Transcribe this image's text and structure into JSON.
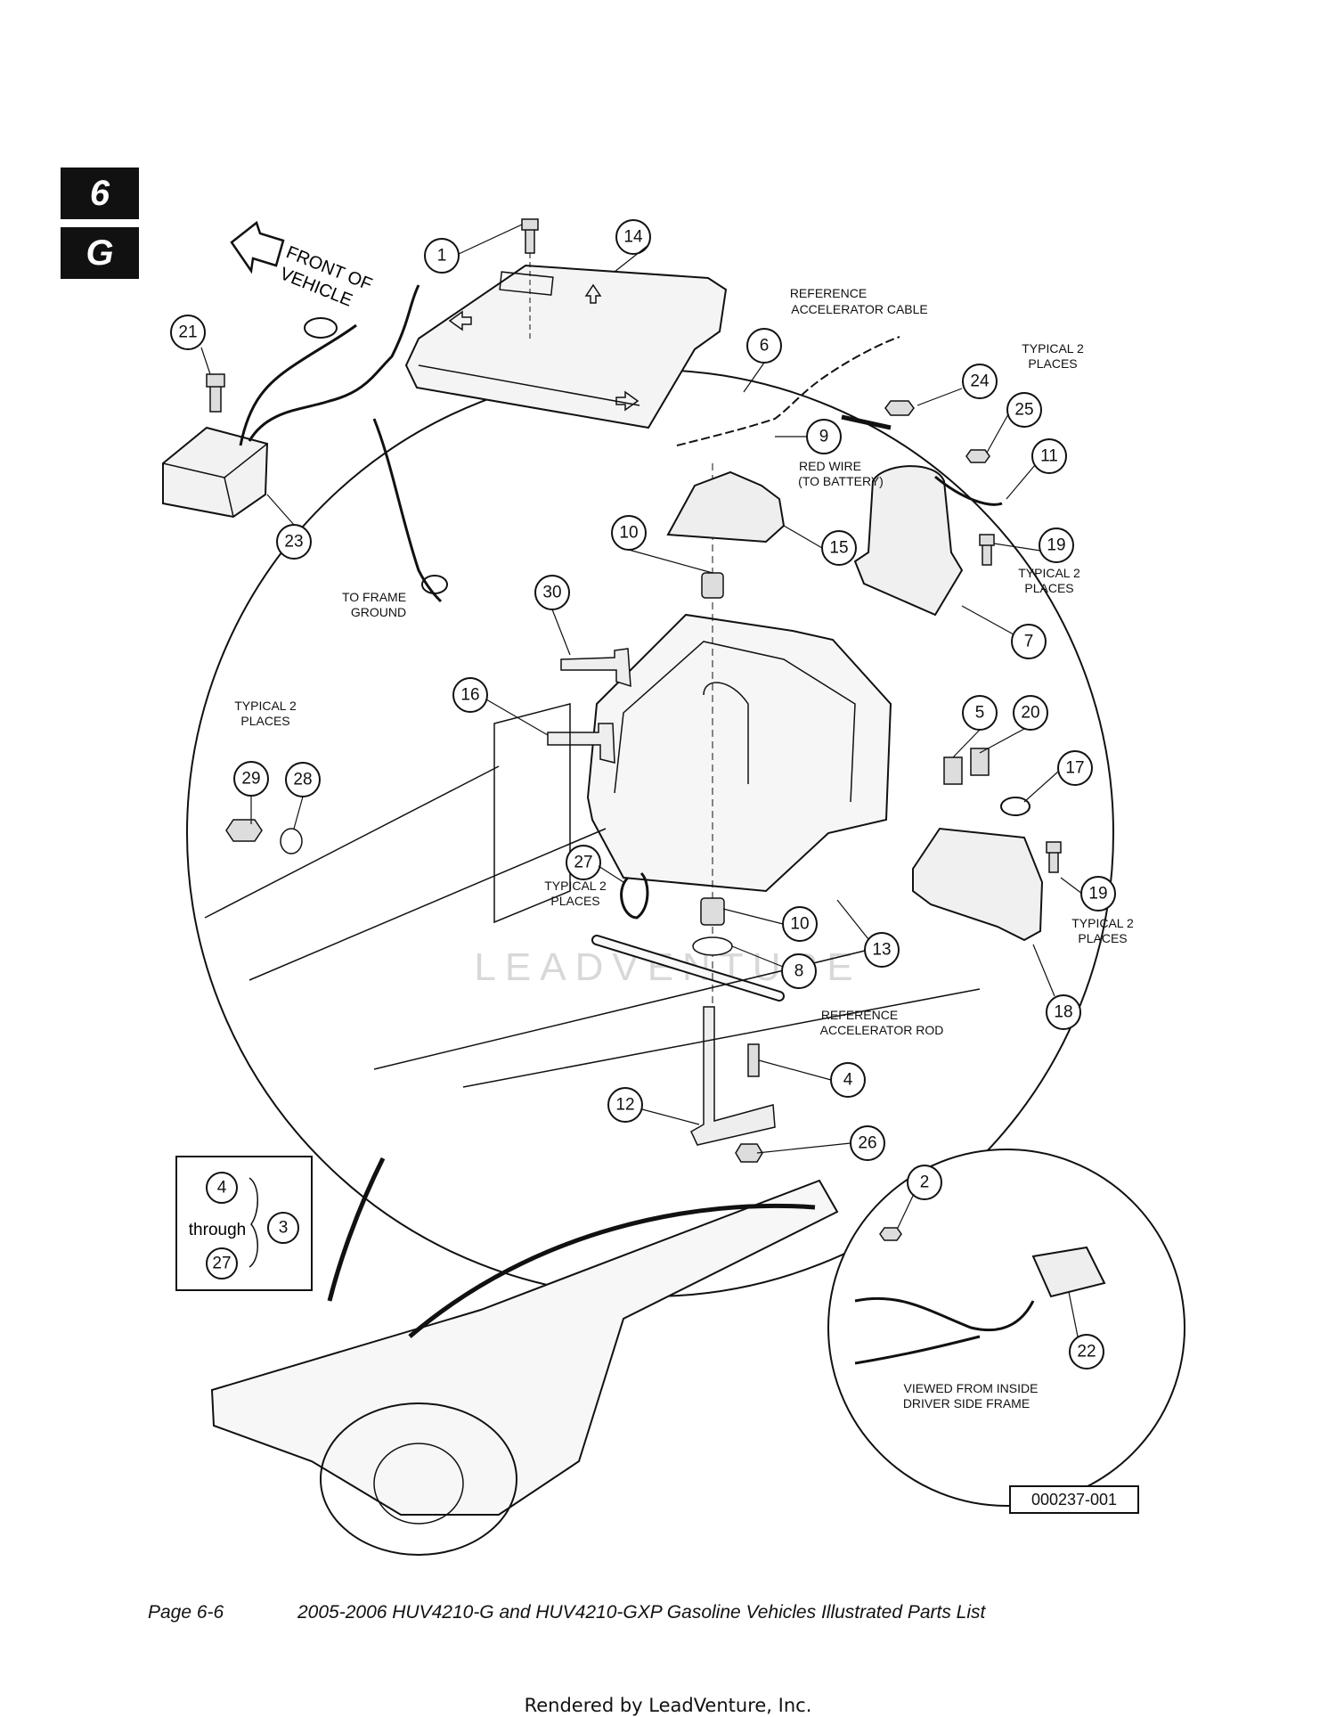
{
  "section_tab": {
    "chapter": "6",
    "section": "G"
  },
  "direction_label": {
    "line1": "FRONT OF",
    "line2": "VEHICLE"
  },
  "callouts": [
    "1",
    "14",
    "21",
    "23",
    "6",
    "9",
    "24",
    "25",
    "11",
    "15",
    "10",
    "19",
    "7",
    "30",
    "16",
    "29",
    "28",
    "27",
    "5",
    "20",
    "17",
    "13",
    "8",
    "18",
    "4",
    "12",
    "26",
    "2",
    "22",
    "4",
    "27",
    "3"
  ],
  "notes": {
    "reference_accelerator_cable": [
      "REFERENCE",
      "ACCELERATOR CABLE"
    ],
    "typical_2_places": [
      "TYPICAL 2",
      "PLACES"
    ],
    "red_wire": [
      "RED WIRE",
      "(TO BATTERY)"
    ],
    "to_frame_ground": [
      "TO FRAME",
      "GROUND"
    ],
    "reference_accelerator_rod": [
      "REFERENCE",
      "ACCELERATOR ROD"
    ],
    "viewed_from_inside": [
      "VIEWED FROM INSIDE",
      "DRIVER SIDE FRAME"
    ]
  },
  "legend": {
    "from": "4",
    "through_label": "through",
    "to": "27",
    "kit": "3"
  },
  "watermark": "LEADVENTURE",
  "figure_number": "000237-001",
  "footer": {
    "page": "Page 6-6",
    "title": "2005-2006 HUV4210-G and HUV4210-GXP Gasoline Vehicles Illustrated Parts List",
    "credit": "Rendered by LeadVenture, Inc."
  }
}
